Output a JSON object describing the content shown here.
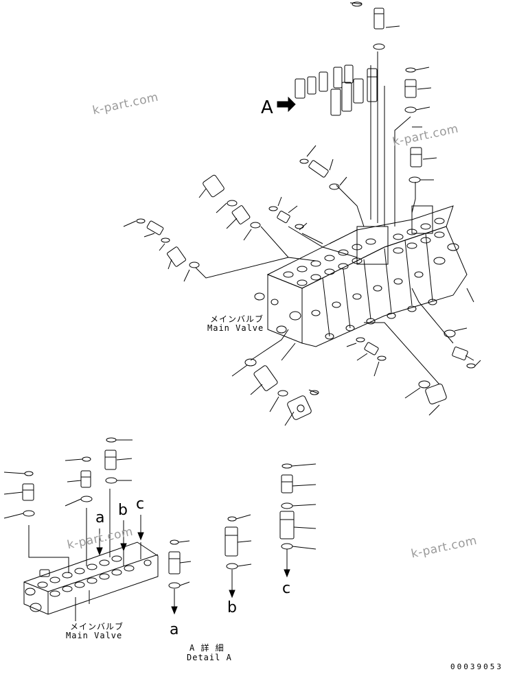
{
  "main_diagram": {
    "view_label": "A",
    "label_jp": "メインバルブ",
    "label_en": "Main Valve"
  },
  "detail_diagram": {
    "label_jp": "メインバルブ",
    "label_en": "Main Valve",
    "ref_letters": [
      "a",
      "b",
      "c"
    ],
    "port_letters": [
      "a",
      "b",
      "c"
    ],
    "caption_jp": "A 詳 細",
    "caption_en": "Detail A"
  },
  "watermark": "k-part.com",
  "drawing_number": "00039053"
}
